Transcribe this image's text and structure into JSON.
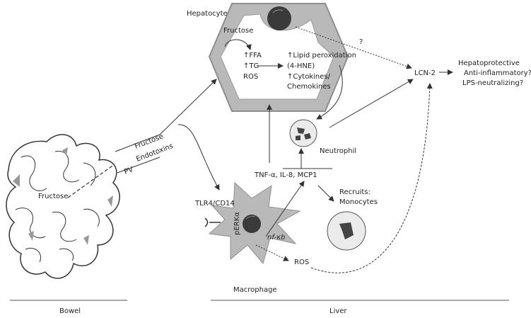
{
  "labels": {
    "hepatocyte": "Hepatocyte",
    "fructose_cell": "Fructose",
    "ffa": "↑FFA",
    "tg": "↑TG",
    "ros_cell": "ROS",
    "lipid_peroxidation": "↑Lipid peroxidation",
    "hne": "(4-HNE)",
    "cytokines": "↑Cytokines/",
    "chemokines": "Chemokines",
    "question": "?",
    "lcn2": "LCN-2",
    "hepatoprotective": "Hepatoprotective",
    "anti_inflammatory": "Anti-inflammatory?",
    "lps_neutralizing": "LPS-neutralizing?",
    "fructose_pv": "Fructose",
    "pv": "PV",
    "endotoxins": "Endotoxins",
    "fructose_bowel": "Fructose",
    "neutrophil": "Neutrophil",
    "tnf": "TNF-α, IL-8, MCP1",
    "tlr4": "TLR4/CD14",
    "recruits": "Recruits:",
    "monocytes": "Monocytes",
    "perk": "pERKα",
    "nfkb": "nf-κb",
    "ros_macrophage": "ROS",
    "macrophage": "Macrophage",
    "bowel": "Bowel",
    "liver": "Liver"
  },
  "colors": {
    "line": "#333333",
    "cell_fill": "#b9b9b9",
    "cell_border": "#8f8f8f",
    "nucleus": "#3a3a3a",
    "circle_fill": "#ebebeb"
  }
}
